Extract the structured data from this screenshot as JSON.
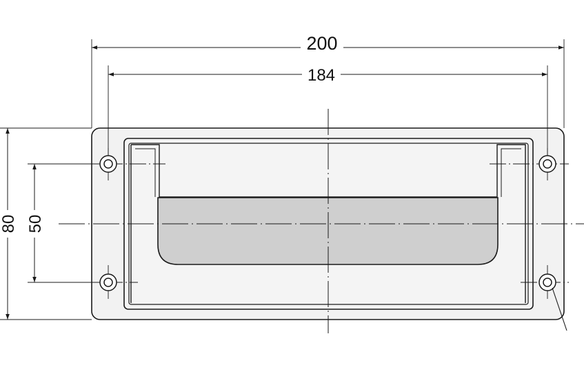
{
  "dimensions": {
    "overall_width": "200",
    "hole_pitch_horizontal": "184",
    "overall_height": "80",
    "hole_pitch_vertical": "50"
  },
  "colors": {
    "line": "#1a1a1a",
    "plate_fill": "#f2f2f2",
    "grip_fill": "#cfcfcf"
  }
}
